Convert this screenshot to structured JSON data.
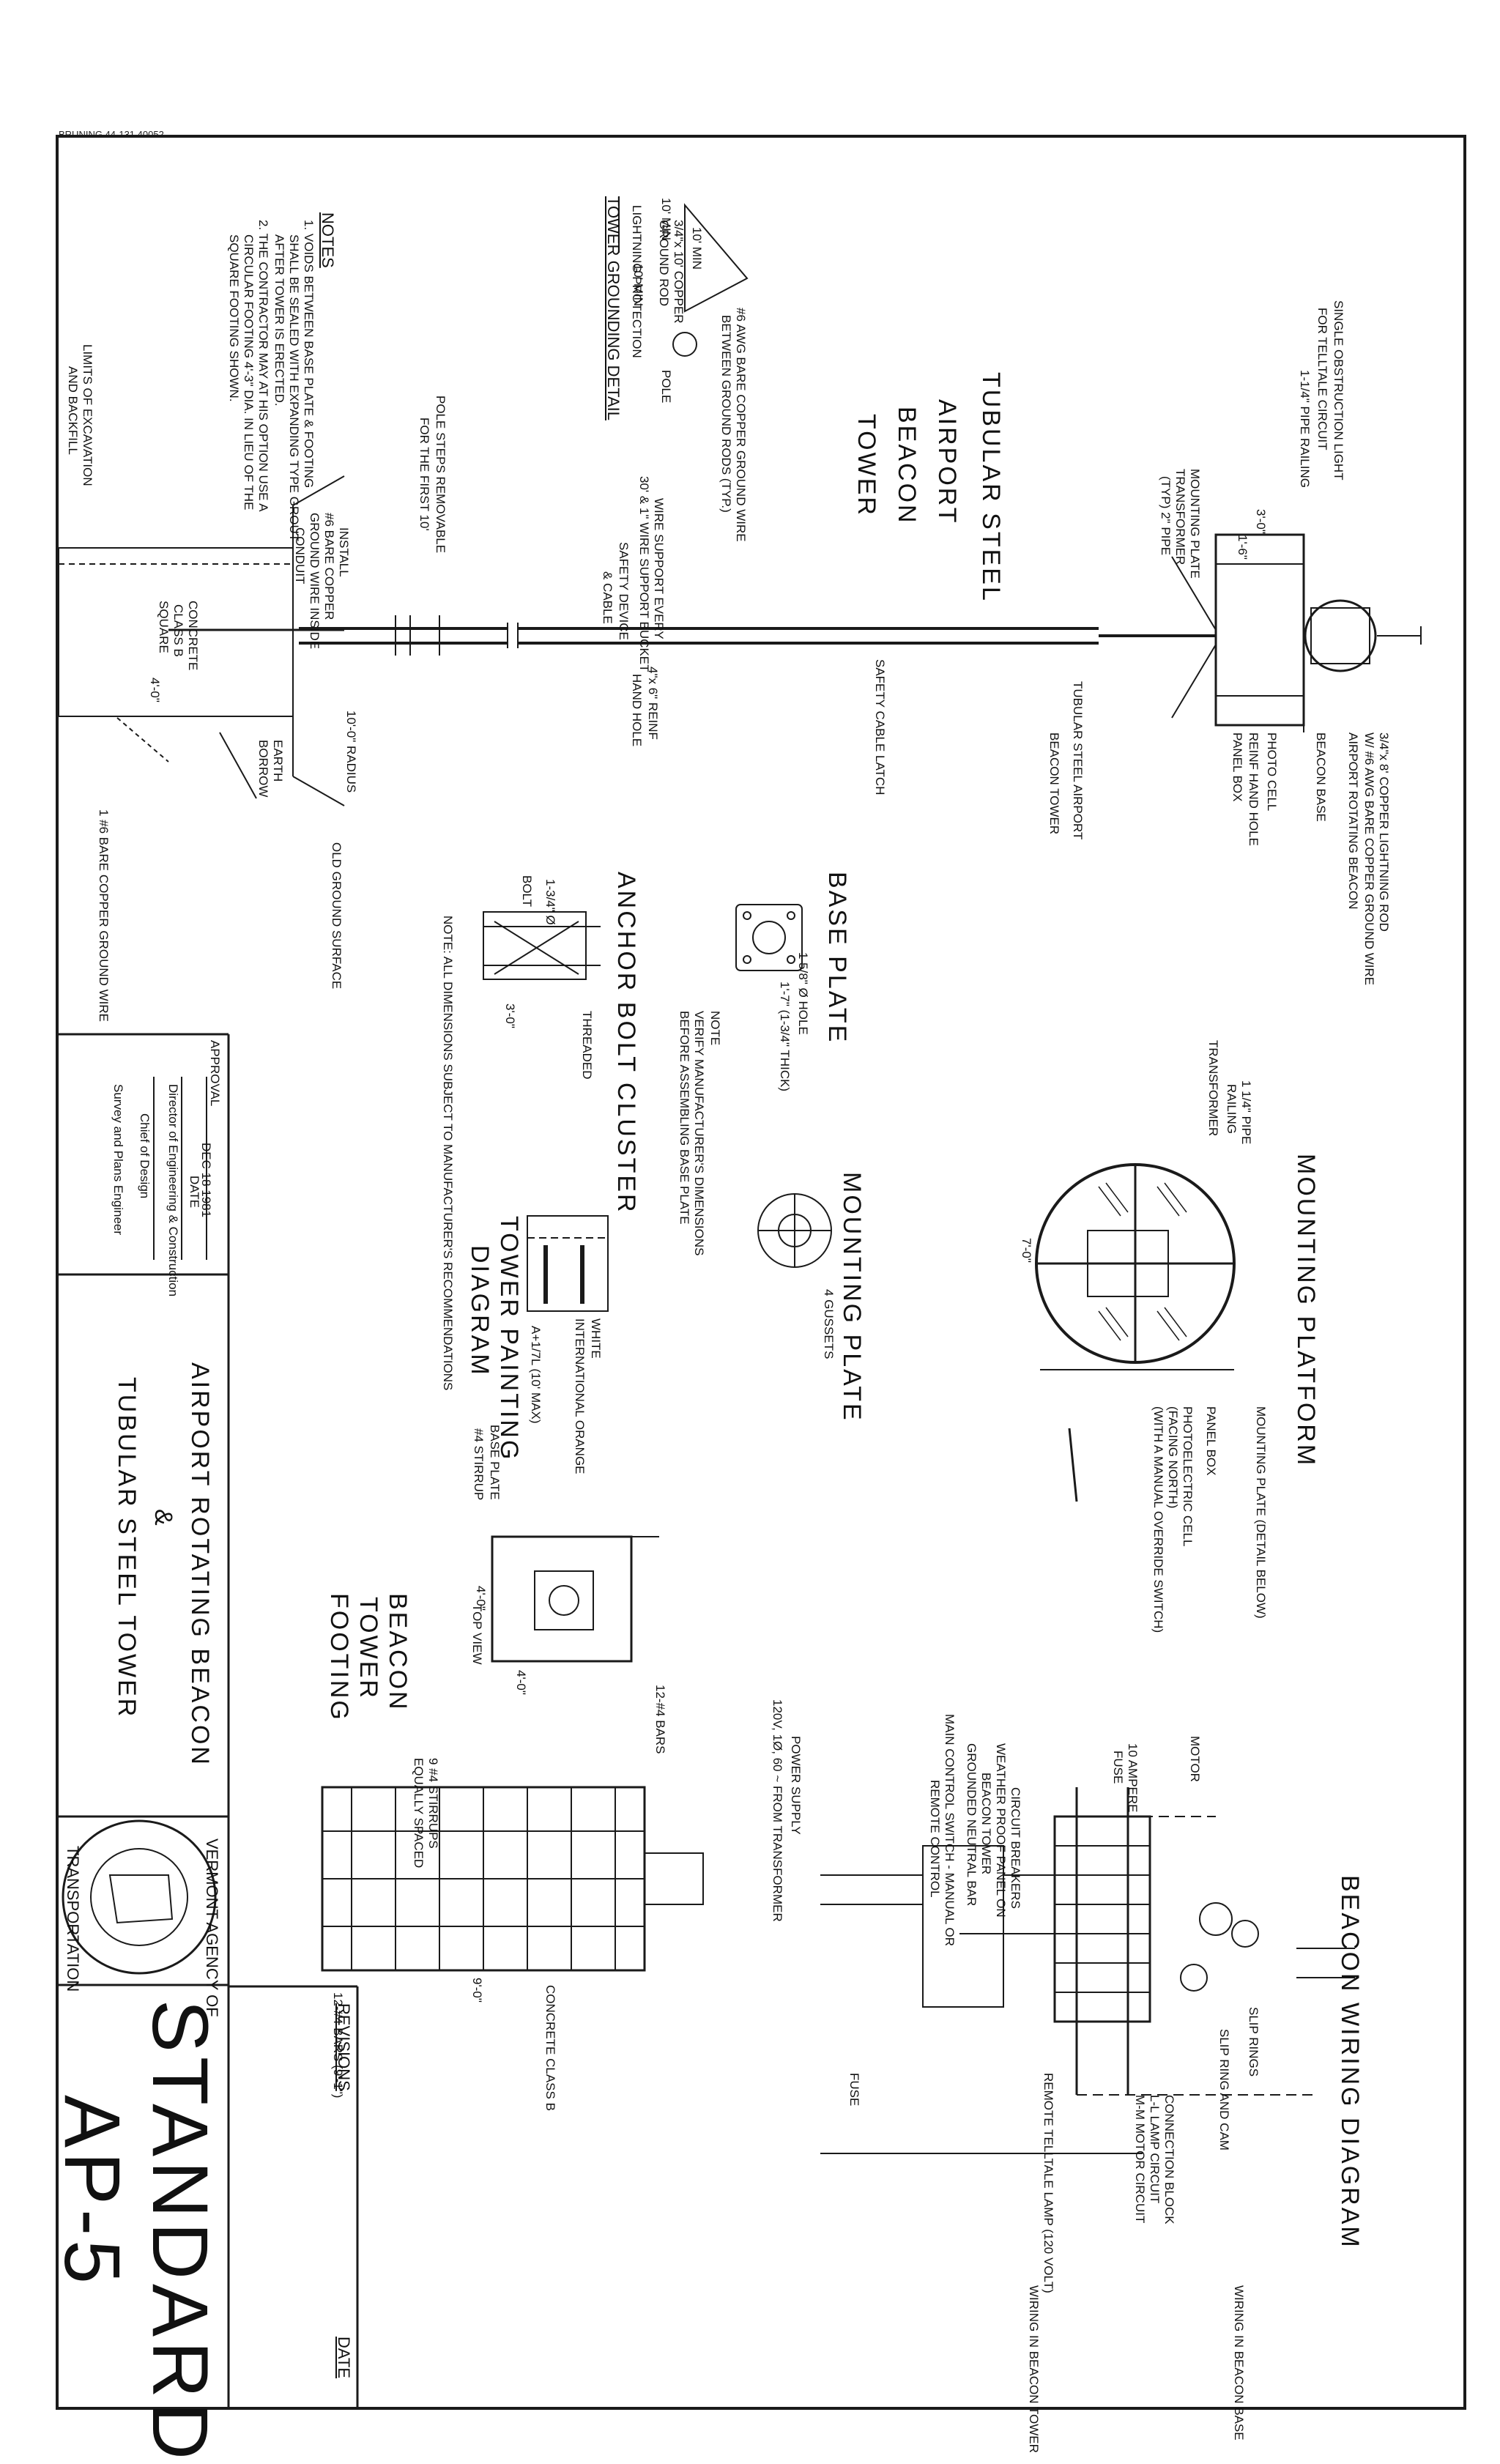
{
  "sheet": {
    "paper_code": "BRUNING 44-131 40052",
    "standard_label": "STANDARD",
    "standard_number": "AP-5",
    "drawing_title_line1": "AIRPORT ROTATING BEACON",
    "drawing_title_line2": "&",
    "drawing_title_line3": "TUBULAR STEEL TOWER",
    "revisions_label": "REVISIONS",
    "date_label": "DATE",
    "approval_label": "APPROVAL",
    "approval_date_value": "DEC 18 1981",
    "approval_date_caption": "DATE",
    "approval_line1": "Director of Engineering & Construction",
    "approval_line2": "Chief of Design",
    "approval_line3": "Survey and Plans Engineer",
    "agency_seal_top": "VERMONT AGENCY OF",
    "agency_seal_bottom": "TRANSPORTATION"
  },
  "tower_elevation": {
    "title_line1": "TUBULAR STEEL",
    "title_line2": "AIRPORT",
    "title_line3": "BEACON",
    "title_line4": "TOWER",
    "labels": [
      "SINGLE OBSTRUCTION LIGHT",
      "FOR TELLTALE CIRCUIT",
      "1-1/4\" PIPE RAILING",
      "MOUNTING PLATE",
      "TRANSFORMER",
      "(TYP) 2\" PIPE",
      "3'-0\"",
      "1'-6\"",
      "3/4\"x 8' COPPER LIGHTNING ROD",
      "W/ #6 AWG BARE COPPER GROUND WIRE",
      "AIRPORT ROTATING BEACON",
      "BEACON BASE",
      "PHOTO CELL",
      "REINF HAND HOLE",
      "PANEL BOX",
      "TUBULAR STEEL AIRPORT",
      "BEACON TOWER",
      "SAFETY CABLE LATCH",
      "WIRE SUPPORT EVERY",
      "30' & 1\" WIRE SUPPORT BUCKET",
      "SAFETY DEVICE",
      "& CABLE",
      "4\"x 6\" REINF",
      "HAND HOLE",
      "POLE STEPS REMOVABLE",
      "FOR THE FIRST 10'",
      "10'-0\" RADIUS",
      "INSTALL",
      "#6 BARE COPPER",
      "GROUND WIRE INSIDE",
      "CONDUIT",
      "EARTH",
      "BORROW",
      "OLD GROUND SURFACE",
      "CONCRETE",
      "CLASS B",
      "4'-0\"",
      "SQUARE",
      "LIMITS OF EXCAVATION",
      "AND BACKFILL",
      "1 #6 BARE COPPER GROUND WIRE"
    ]
  },
  "notes": {
    "heading": "NOTES",
    "lines": [
      "1. VOIDS BETWEEN BASE PLATE & FOOTING",
      "SHALL BE SEALED WITH EXPANDING TYPE GROUT",
      "AFTER TOWER IS ERECTED.",
      "2. THE CONTRACTOR MAY AT HIS OPTION USE A",
      "CIRCULAR FOOTING 4'-3\" DIA. IN LIEU OF THE",
      "SQUARE FOOTING SHOWN."
    ]
  },
  "grounding_detail": {
    "title": "TOWER GROUNDING DETAIL",
    "labels": [
      "#6 AWG BARE COPPER GROUND WIRE",
      "BETWEEN GROUND RODS (TYP.)",
      "10' MIN",
      "10' MIN",
      "10' MIN",
      "POLE",
      "3/4\"x 10' COPPER",
      "GROUND ROD",
      "LIGHTNING PROTECTION"
    ]
  },
  "base_plate": {
    "title": "BASE PLATE",
    "labels": [
      "1 5/8\" Ø HOLE",
      "1'-7\" (1-3/4\" THICK)"
    ],
    "note_heading": "NOTE",
    "note_lines": [
      "VERIFY MANUFACTURER'S DIMENSIONS",
      "BEFORE ASSEMBLING BASE PLATE"
    ]
  },
  "anchor_bolt": {
    "title": "ANCHOR BOLT CLUSTER",
    "labels": [
      "1-3/4\" Ø",
      "BOLT",
      "3'-0\"",
      "THREADED"
    ],
    "note": "NOTE: ALL DIMENSIONS SUBJECT TO MANUFACTURER'S RECOMMENDATIONS"
  },
  "mounting_plate": {
    "title": "MOUNTING PLATE",
    "labels": [
      "4 GUSSETS"
    ]
  },
  "tower_painting": {
    "title_line1": "TOWER PAINTING",
    "title_line2": "DIAGRAM",
    "labels": [
      "WHITE",
      "INTERNATIONAL ORANGE",
      "A+1/7L (10' MAX)"
    ]
  },
  "mounting_platform": {
    "title": "MOUNTING PLATFORM",
    "labels": [
      "1 1/4\" PIPE",
      "RAILING",
      "TRANSFORMER",
      "7'-0\"",
      "MOUNTING PLATE (DETAIL BELOW)",
      "PANEL BOX",
      "PHOTOELECTRIC CELL",
      "(FACING NORTH)",
      "(WITH A MANUAL OVERRIDE SWITCH)"
    ]
  },
  "beacon_footing": {
    "title_line1": "BEACON",
    "title_line2": "TOWER",
    "title_line3": "FOOTING",
    "labels": [
      "BASE PLATE",
      "#4 STIRRUP",
      "TOP VIEW",
      "4'-0\"",
      "4'-0\"",
      "12-#4 BARS",
      "9 #4 STIRRUPS",
      "EQUALLY SPACED",
      "CONCRETE CLASS B",
      "12-#4 BARS (9'-1\")",
      "9'-0\""
    ]
  },
  "wiring_diagram": {
    "title": "BEACON WIRING DIAGRAM",
    "labels": [
      "MOTOR",
      "10 AMPERE",
      "FUSE",
      "CIRCUIT BREAKERS",
      "WEATHER PROOF PANEL ON",
      "BEACON TOWER",
      "GROUNDED NEUTRAL BAR",
      "MAIN CONTROL SWITCH - MANUAL OR",
      "REMOTE CONTROL",
      "POWER SUPPLY",
      "120V, 1Ø, 60 ~ FROM TRANSFORMER",
      "SLIP RINGS",
      "SLIP RING AND CAM",
      "CONNECTION BLOCK",
      "L-L LAMP CIRCUIT",
      "M-M MOTOR CIRCUIT",
      "REMOTE TELLTALE LAMP (120 VOLT)",
      "FUSE",
      "WIRING IN BEACON TOWER",
      "WIRING IN BEACON BASE"
    ]
  }
}
